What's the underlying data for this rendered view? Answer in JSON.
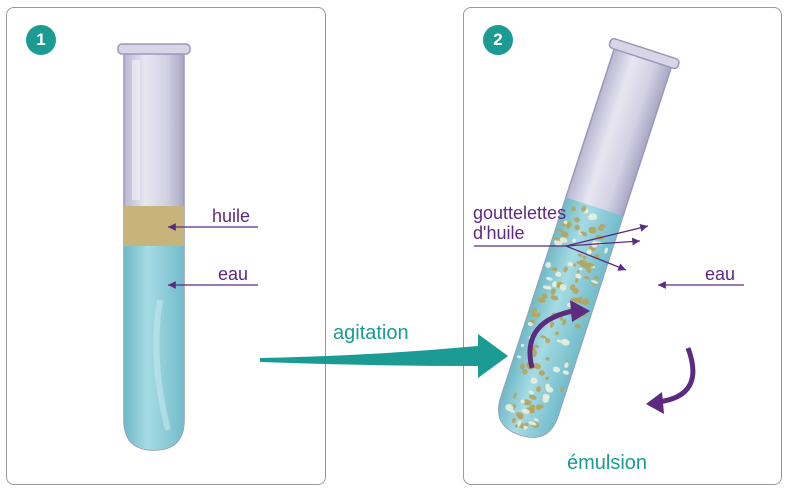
{
  "panel1": {
    "badge": "1",
    "oil_label": "huile",
    "water_label": "eau"
  },
  "panel2": {
    "badge": "2",
    "droplets_label_line1": "gouttelettes",
    "droplets_label_line2": "d'huile",
    "water_label": "eau",
    "result_label": "émulsion"
  },
  "transition": {
    "label": "agitation"
  },
  "colors": {
    "accent": "#1c9a94",
    "label_purple": "#5c2a7e",
    "water": "#8ecfd8",
    "oil": "#c9b87a",
    "glass": "#cfcde0"
  }
}
